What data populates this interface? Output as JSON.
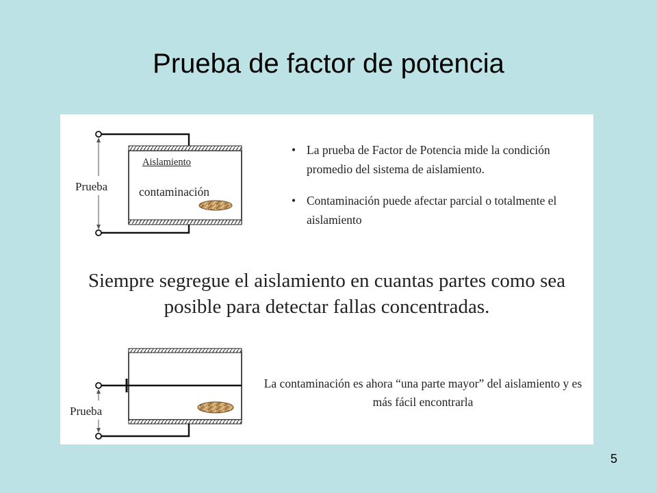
{
  "slide": {
    "title": "Prueba de factor de potencia",
    "number": "5"
  },
  "figure": {
    "top_diagram": {
      "test_label": "Prueba",
      "insulation_label": "Aislamiento",
      "contamination_label": "contaminación"
    },
    "bullets": [
      "La prueba de Factor de Potencia mide la condición promedio del sistema de aislamiento.",
      "Contaminación puede afectar parcial o totalmente el aislamiento"
    ],
    "bullet_marker": "•",
    "recommendation": "Siempre segregue el aislamiento en cuantas partes como sea posible para detectar fallas concentradas.",
    "bottom_diagram": {
      "test_label": "Prueba"
    },
    "bottom_note": "La contaminación es ahora “una parte mayor” del aislamiento y es más fácil encontrarla"
  }
}
